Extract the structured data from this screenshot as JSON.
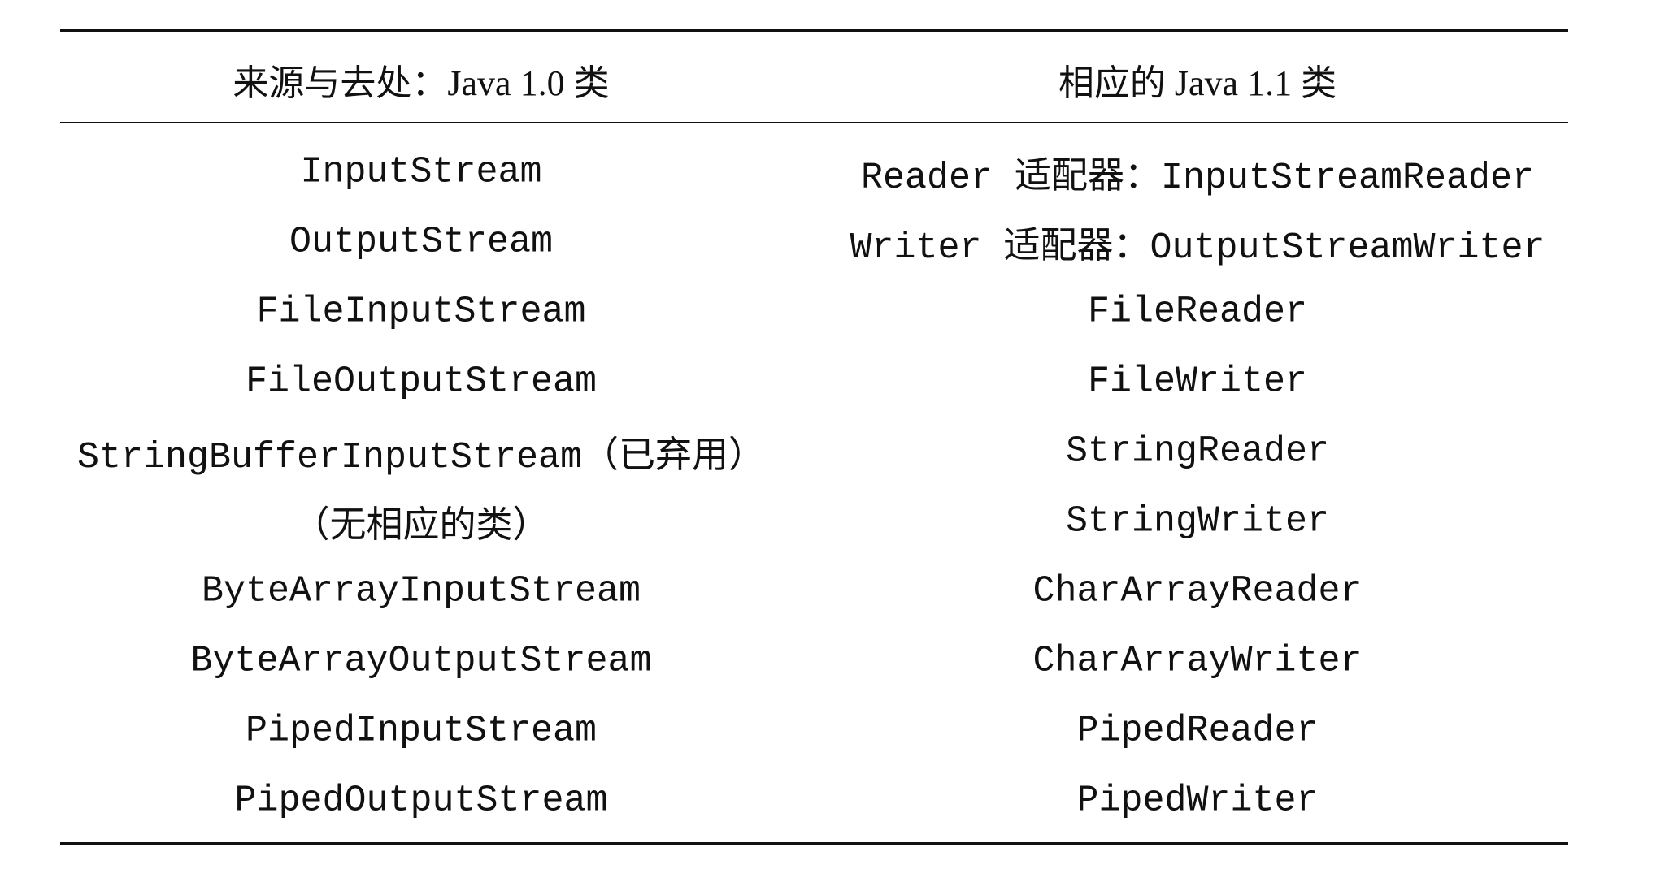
{
  "table": {
    "headers": [
      "来源与去处：Java 1.0 类",
      "相应的 Java 1.1 类"
    ],
    "rows": [
      [
        "InputStream",
        "Reader 适配器：InputStreamReader"
      ],
      [
        "OutputStream",
        "Writer 适配器：OutputStreamWriter"
      ],
      [
        "FileInputStream",
        "FileReader"
      ],
      [
        "FileOutputStream",
        "FileWriter"
      ],
      [
        "StringBufferInputStream（已弃用）",
        "StringReader"
      ],
      [
        "（无相应的类）",
        "StringWriter"
      ],
      [
        "ByteArrayInputStream",
        "CharArrayReader"
      ],
      [
        "ByteArrayOutputStream",
        "CharArrayWriter"
      ],
      [
        "PipedInputStream",
        "PipedReader"
      ],
      [
        "PipedOutputStream",
        "PipedWriter"
      ]
    ]
  }
}
